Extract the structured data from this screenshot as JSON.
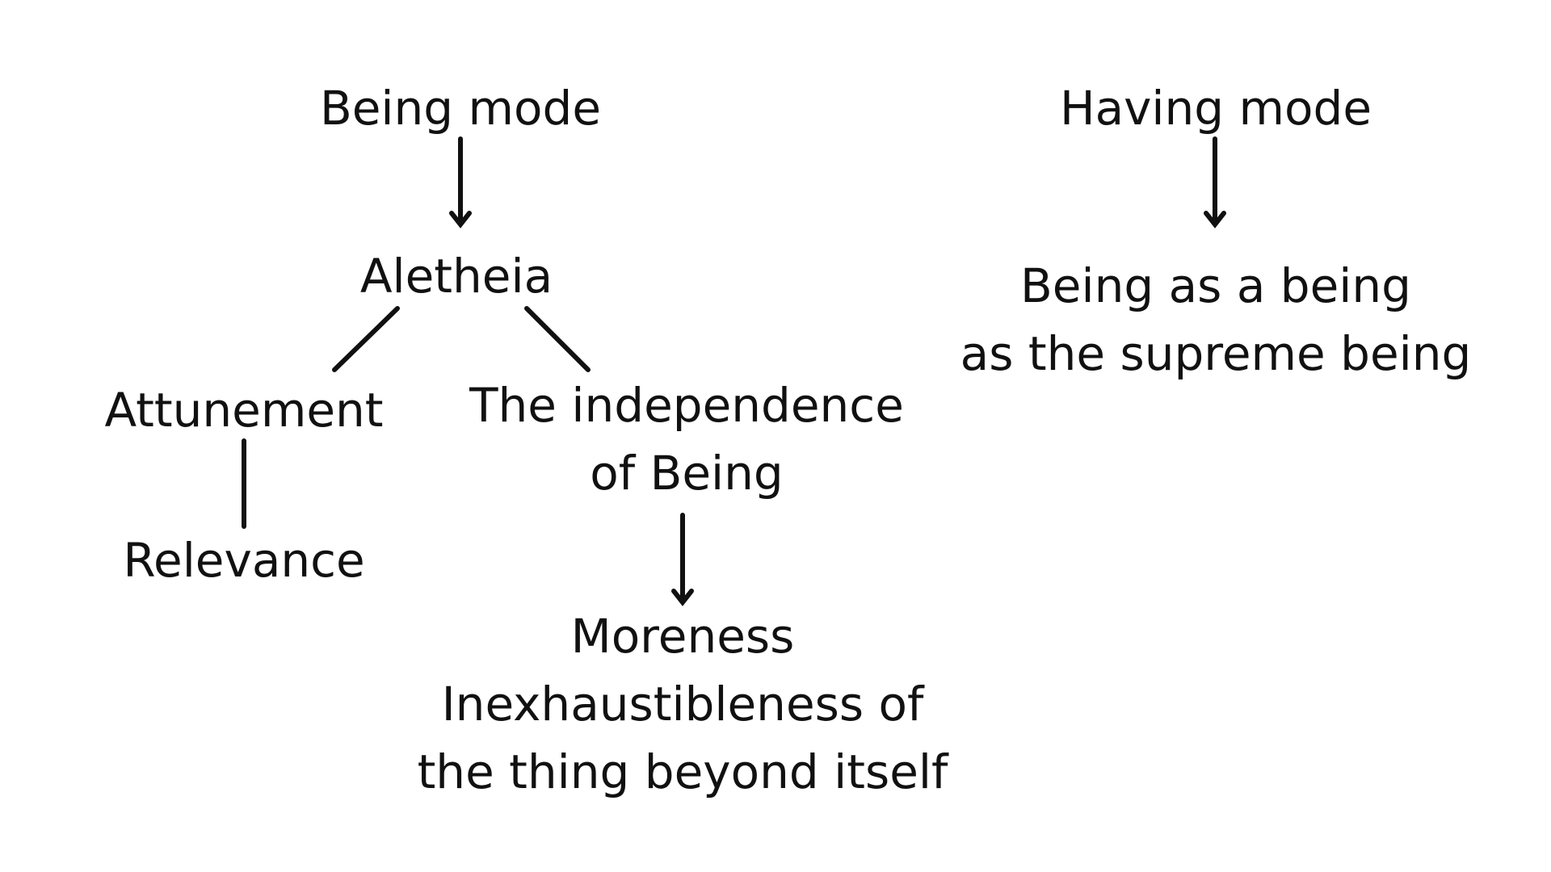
{
  "diagram": {
    "nodes": {
      "being_mode": "Being mode",
      "having_mode": "Having mode",
      "aletheia": "Aletheia",
      "attunement": "Attunement",
      "relevance": "Relevance",
      "independence": {
        "line1": "The independence",
        "line2": "of Being"
      },
      "moreness": {
        "line1": "Moreness",
        "line2": "Inexhaustibleness of",
        "line3": "the thing beyond itself"
      },
      "being_as_being": {
        "line1": "Being as a being",
        "line2": "as the supreme being"
      }
    },
    "edges": [
      {
        "from": "being_mode",
        "to": "aletheia",
        "style": "arrow"
      },
      {
        "from": "aletheia",
        "to": "attunement",
        "style": "line"
      },
      {
        "from": "aletheia",
        "to": "independence",
        "style": "line"
      },
      {
        "from": "attunement",
        "to": "relevance",
        "style": "line"
      },
      {
        "from": "independence",
        "to": "moreness",
        "style": "arrow"
      },
      {
        "from": "having_mode",
        "to": "being_as_being",
        "style": "arrow"
      }
    ],
    "colors": {
      "ink": "#111111",
      "background": "#ffffff"
    }
  }
}
